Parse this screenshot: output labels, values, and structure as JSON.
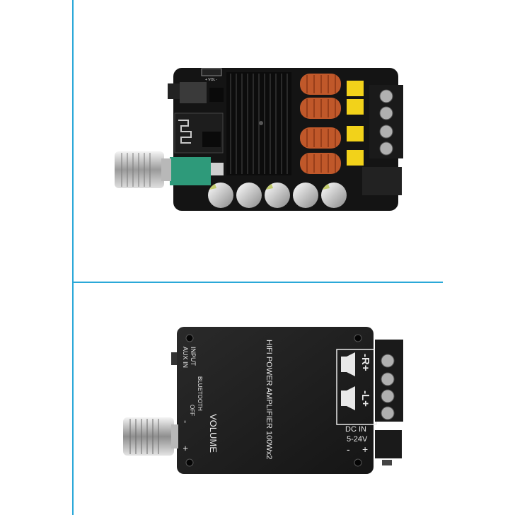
{
  "top_board": {
    "silkscreen_vol": "+ VOL -"
  },
  "bottom_board": {
    "title": "HIFI POWER AMPLIFIER 100Wx2",
    "input_label": "INPUT",
    "aux_label": "AUX IN",
    "bluetooth_label": "BLUETOOTH",
    "off_label": "OFF",
    "minus_label": "-",
    "volume_label": "VOLUME",
    "plus_label": "+",
    "r_label": "-R+",
    "l_label": "-L+",
    "dc_in_label": "DC IN",
    "voltage_label": "5-24V",
    "dc_minus": "-",
    "dc_plus": "+"
  },
  "colors": {
    "divider": "#2aa8d8",
    "pcb": "#111111",
    "coil": "#c0582a",
    "terminal_block": "#1a1a1a",
    "yellow_cap": "#f2d21a",
    "green_pot": "#2e9a7a"
  }
}
